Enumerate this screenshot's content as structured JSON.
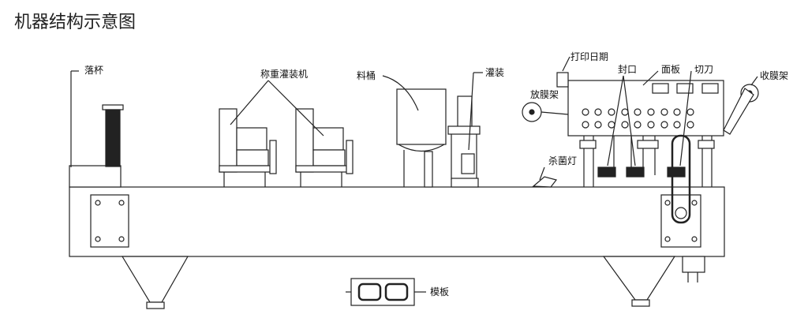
{
  "title": "机器结构示意图",
  "labels": {
    "cup_drop": "落杯",
    "weighing_filler": "称重灌装机",
    "hopper": "料桶",
    "filling": "灌装",
    "date_print": "打印日期",
    "film_unwind": "放膜架",
    "sealing": "封口",
    "panel": "面板",
    "cutter": "切刀",
    "film_rewind": "收膜架",
    "uv_lamp": "杀菌灯",
    "template": "模板"
  }
}
